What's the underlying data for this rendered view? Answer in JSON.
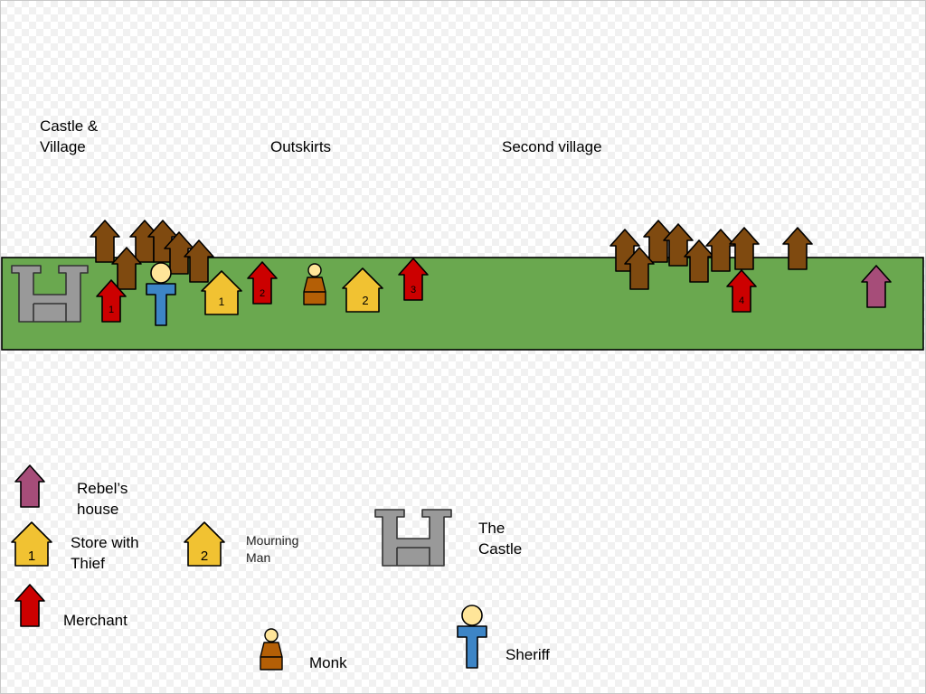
{
  "map": {
    "region_labels": {
      "castle_village": "Castle &\nVillage",
      "outskirts": "Outskirts",
      "second_village": "Second village"
    },
    "colors": {
      "road": "#6aa84f",
      "village_house": "#7f4a10",
      "merchant": "#cc0000",
      "store": "#f1c232",
      "rebel": "#a64d79",
      "castle": "#999999",
      "sheriff": "#3d85c6",
      "monk": "#b45f06",
      "skin": "#ffe599"
    },
    "markers": {
      "store_thief": "1",
      "mourning_man": "2",
      "merchant_1": "1",
      "merchant_2": "2",
      "merchant_3": "3",
      "merchant_4": "4"
    }
  },
  "legend": {
    "rebel_house": "Rebel’s\nhouse",
    "store_thief": "Store with\nThief",
    "store_thief_number": "1",
    "mourning_man": "Mourning\nMan",
    "mourning_man_number": "2",
    "castle": "The\nCastle",
    "merchant": "Merchant",
    "monk": "Monk",
    "sheriff": "Sheriff"
  }
}
